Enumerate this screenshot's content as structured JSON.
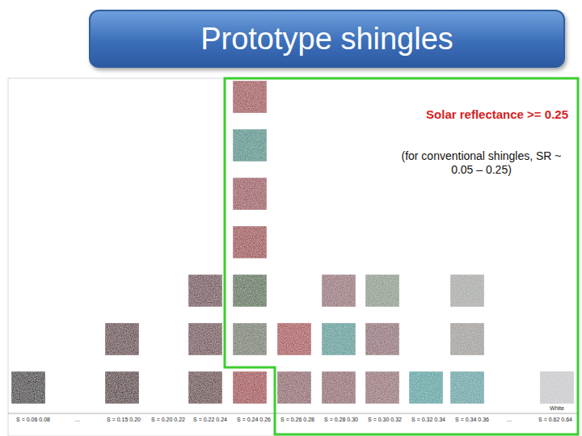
{
  "diagram": {
    "title": "Prototype shingles",
    "nodes": [
      {
        "text": [
          "Solar reflectance  >= 0.25",
          "(for conventional shingles, SR ~ 0.05 – 0.25)"
        ]
      }
    ],
    "labels": [
      "White",
      "S = 0.06 0.08",
      "...",
      "S = 0.15 0.20",
      "S = 0.20 0.22",
      "S = 0.22 0.24",
      "S = 0.24 0.26",
      "S = 0.26 0.28",
      "S = 0.28 0.30",
      "S = 0.30 0.32",
      "S = 0.32 0.34",
      "S = 0.34 0.36",
      "...",
      "S = 0.62 0.64"
    ]
  }
}
